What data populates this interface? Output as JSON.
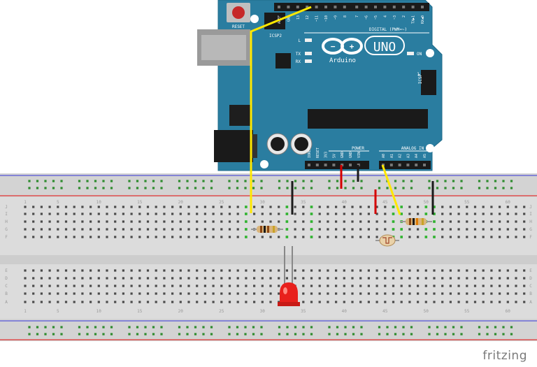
{
  "arduino": {
    "brand": "UNO",
    "maker": "Arduino",
    "reset_label": "RESET",
    "icsp_label": "ICSP",
    "icsp2_label": "ICSP2",
    "digital_label": "DIGITAL (PWM=~)",
    "analog_label": "ANALOG IN",
    "power_label": "POWER",
    "on_label": "ON",
    "led_l": "L",
    "led_tx": "TX",
    "led_rx": "RX",
    "icsp_pin1": "1",
    "top_pins": [
      "AREF",
      "GND",
      "13",
      "12",
      "~11",
      "~10",
      "~9",
      "8",
      "7",
      "~6",
      "~5",
      "4",
      "~3",
      "2",
      "TX▶1",
      "RX◀0"
    ],
    "power_pins": [
      "IOREF",
      "RESET",
      "3V3",
      "5V",
      "GND",
      "GND",
      "VIN"
    ],
    "analog_pins": [
      "A0",
      "A1",
      "A2",
      "A3",
      "A4",
      "A5"
    ]
  },
  "breadboard": {
    "column_numbers": [
      "1",
      "5",
      "10",
      "15",
      "20",
      "25",
      "30",
      "35",
      "40",
      "45",
      "50",
      "55",
      "60"
    ],
    "rows_top": [
      "J",
      "I",
      "H",
      "G",
      "F"
    ],
    "rows_bottom": [
      "E",
      "D",
      "C",
      "B",
      "A"
    ]
  },
  "colors": {
    "board": "#2a7da0",
    "board_edge": "#1d6a8a",
    "wire_yellow": "#ffe800",
    "wire_red": "#d40000",
    "wire_black": "#1a1a1a",
    "led": "#e8201c",
    "breadboard": "#dcdcdc"
  },
  "watermark": "fritzing"
}
